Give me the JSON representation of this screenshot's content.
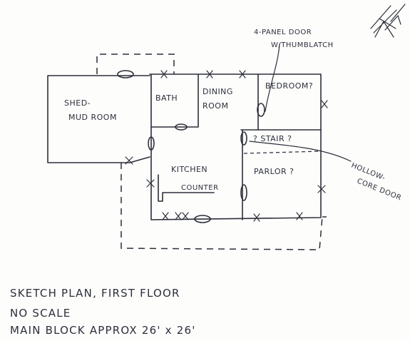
{
  "rooms": {
    "shed_line1": "SHED-",
    "shed_line2": "MUD ROOM",
    "bath": "BATH",
    "dining_line1": "DINING",
    "dining_line2": "ROOM",
    "bedroom": "BEDROOM?",
    "stair": "? STAIR ?",
    "kitchen": "KITCHEN",
    "counter": "COUNTER",
    "parlor": "PARLOR ?"
  },
  "notes": {
    "door_line1": "4-PANEL DOOR",
    "door_line2": "W/THUMBLATCH",
    "hollow_line1": "HOLLOW-",
    "hollow_line2": "CORE DOOR"
  },
  "footer": {
    "title": "SKETCH PLAN, FIRST FLOOR",
    "scale": "NO SCALE",
    "size": "MAIN BLOCK APPROX 26' x 26'"
  }
}
